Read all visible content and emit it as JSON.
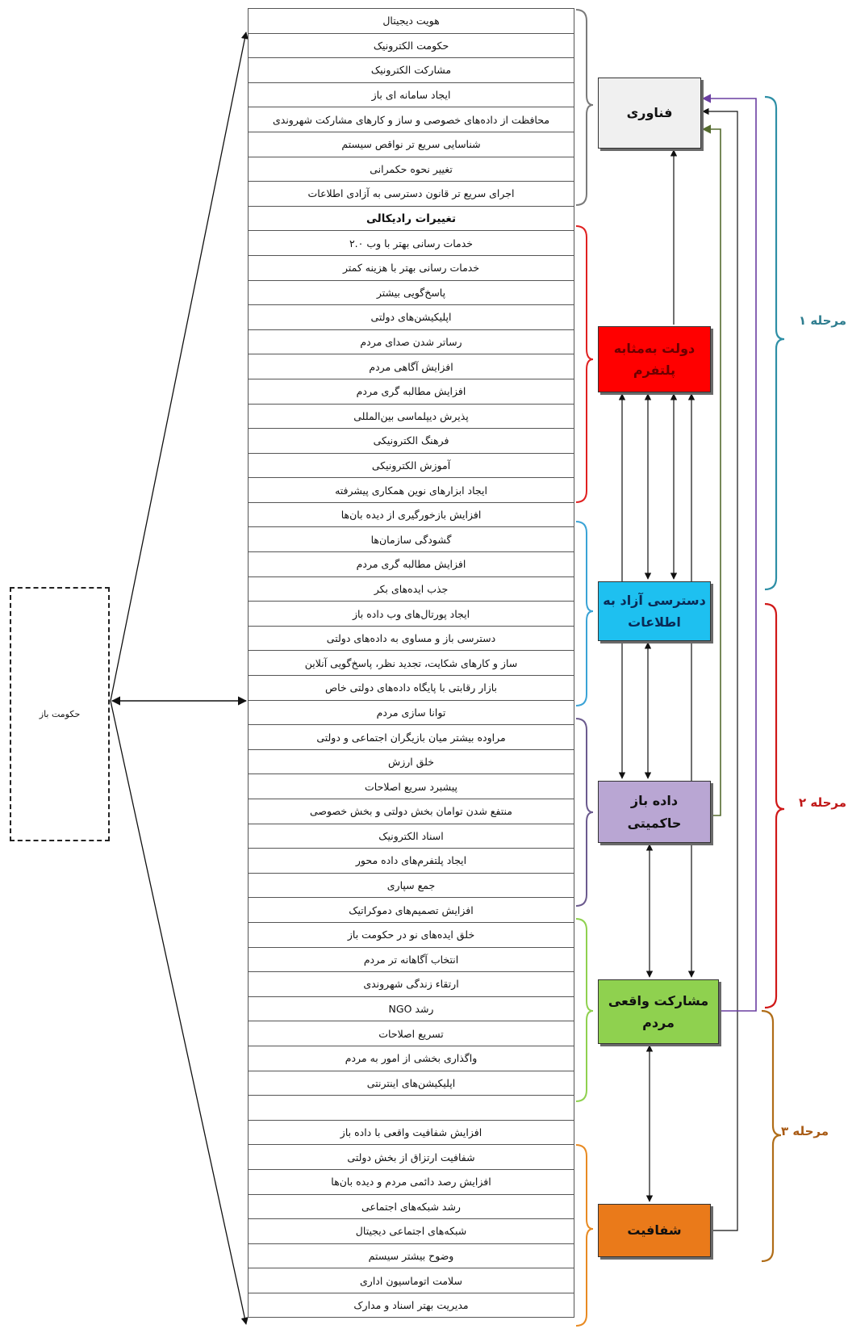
{
  "open_government": "حکومت باز",
  "items": [
    "هویت دیجیتال",
    "حکومت الکترونیک",
    "مشارکت الکترونیک",
    "ایجاد سامانه ای باز",
    "محافظت از داده‌های خصوصی و ساز و کارهای مشارکت شهروندی",
    "شناسایی سریع تر نواقص سیستم",
    "تغییر نحوه حکمرانی",
    "اجرای سریع تر قانون دسترسی به آزادی اطلاعات",
    "تغییرات رادیکالی",
    "خدمات رسانی بهتر با وب ۲.۰",
    "خدمات رسانی بهتر با هزینه کمتر",
    "پاسخ‌گویی بیشتر",
    "اپلیکیشن‌های دولتی",
    "رساتر شدن صدای مردم",
    "افزایش آگاهی مردم",
    "افزایش مطالبه گری مردم",
    "پذیرش دیپلماسی بین‌المللی",
    "فرهنگ الکترونیکی",
    "آموزش الکترونیکی",
    "ایجاد ابزارهای نوین همکاری پیشرفته",
    "افزایش بازخورگیری از دیده بان‌ها",
    "گشودگی سازمان‌ها",
    "افزایش مطالبه گری مردم",
    "جذب ایده‌های بکر",
    "ایجاد پورتال‌های وب داده باز",
    "دسترسی باز و مساوی به داده‌های دولتی",
    "ساز و کارهای شکایت، تجدید نظر، پاسخ‌گویی آنلاین",
    "بازار رقابتی با پایگاه داده‌های دولتی خاص",
    "توانا سازی مردم",
    "مراوده بیشتر میان بازیگران اجتماعی و دولتی",
    "خلق ارزش",
    "پیشبرد سریع اصلاحات",
    "منتفع شدن توامان بخش دولتی و بخش خصوصی",
    "اسناد الکترونیک",
    "ایجاد پلتفرم‌های داده محور",
    "جمع سپاری",
    "افزایش تصمیم‌های دموکراتیک",
    "خلق ایده‌های نو در حکومت باز",
    "انتخاب آگاهانه تر مردم",
    "ارتقاء زندگی شهروندی",
    "رشد NGO",
    "تسریع اصلاحات",
    "واگذاری بخشی از امور به مردم",
    "اپلیکیشن‌های اینترنتی",
    "",
    "افزایش شفافیت واقعی با داده باز",
    "شفافیت ارتزاق از بخش دولتی",
    "افزایش رصد دائمی مردم و دیده بان‌ها",
    "رشد شبکه‌های اجتماعی",
    "شبکه‌های اجتماعی دیجیتال",
    "وضوح بیشتر سیستم",
    "سلامت اتوماسیون اداری",
    "مدیریت بهتر اسناد و مدارک"
  ],
  "boxes": {
    "technology": "فناوری",
    "platform_government": "دولت به‌مثابه پلتفرم",
    "free_access": "دسترسی آزاد به اطلاعات",
    "sovereign_open_data": "داده باز حاکمیتی",
    "participation": "مشارکت واقعی مردم",
    "transparency": "شفافیت"
  },
  "stages": {
    "stage1": "مرحله ۱",
    "stage2": "مرحله ۲",
    "stage3": "مرحله ۳"
  },
  "colors": {
    "technology": "#f0f0f0",
    "platform_government": "#ff0000",
    "free_access": "#1ec0f0",
    "sovereign_open_data": "#b9a6d3",
    "participation": "#8fd14f",
    "transparency": "#ea7a1a",
    "stage1": "#2e7d8f",
    "stage2": "#c01818",
    "stage3": "#a85a14"
  }
}
